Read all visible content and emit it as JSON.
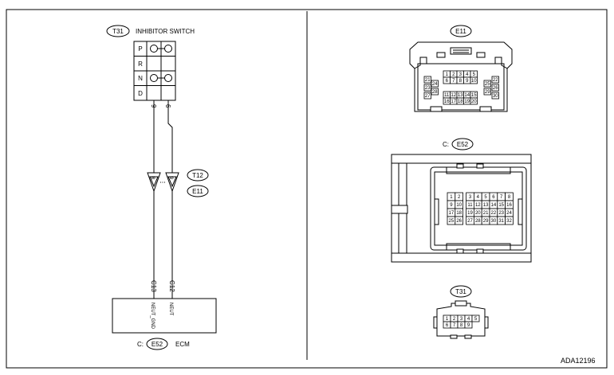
{
  "left_panel": {
    "switch_connector": "T31",
    "switch_name": "INHIBITOR SWITCH",
    "positions": [
      "P",
      "R",
      "N",
      "D"
    ],
    "wire_pins_top": [
      "9",
      "6"
    ],
    "joint_pins": [
      "8",
      "9"
    ],
    "joint_connectors": [
      "T12",
      "E11"
    ],
    "ecm_pins": [
      "C13",
      "C12"
    ],
    "ecm_signals": [
      "NEUT_GND",
      "NEUT"
    ],
    "ecm_prefix": "C:",
    "ecm_connector": "E52",
    "ecm_name": "ECM"
  },
  "right_panel": {
    "e11": {
      "label": "E11",
      "left_cols": [
        [
          "21",
          "23",
          "27"
        ],
        [
          "24",
          "28"
        ]
      ],
      "center_top": [
        [
          "1",
          "2",
          "3",
          "4",
          "5"
        ],
        [
          "6",
          "7",
          "8",
          "9",
          "10"
        ]
      ],
      "center_bottom": [
        [
          "11",
          "12",
          "13",
          "14",
          "15"
        ],
        [
          "16",
          "17",
          "18",
          "19",
          "20"
        ]
      ],
      "right_cols": [
        [
          "22",
          "26",
          "30"
        ],
        [
          "25",
          "29"
        ]
      ]
    },
    "e52": {
      "prefix": "C:",
      "label": "E52",
      "rows": [
        [
          "1",
          "2",
          "",
          "3",
          "4",
          "5",
          "6",
          "7",
          "8"
        ],
        [
          "9",
          "10",
          "",
          "11",
          "12",
          "13",
          "14",
          "15",
          "16"
        ],
        [
          "17",
          "18",
          "",
          "19",
          "20",
          "21",
          "22",
          "23",
          "24"
        ],
        [
          "25",
          "26",
          "",
          "27",
          "28",
          "29",
          "30",
          "31",
          "32"
        ]
      ]
    },
    "t31": {
      "label": "T31",
      "rows": [
        [
          "1",
          "2",
          "3",
          "4",
          "5"
        ],
        [
          "6",
          "7",
          "8",
          "9"
        ]
      ]
    }
  },
  "figure_code": "ADA12196"
}
